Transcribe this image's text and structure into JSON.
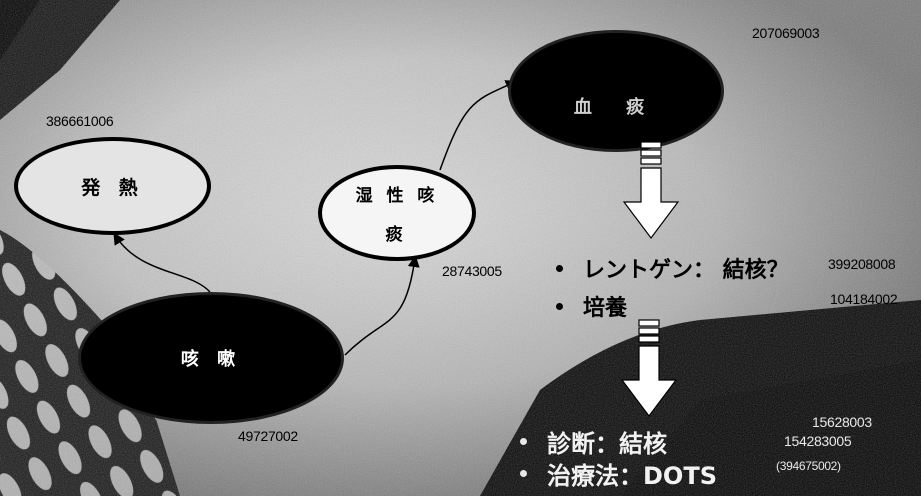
{
  "nodes": {
    "fever": {
      "label": "発 熱",
      "code": "386661006"
    },
    "cough": {
      "label": "咳 嗽",
      "code": "49727002"
    },
    "wet_cough": {
      "label_line1": "湿 性 咳",
      "label_line2": "痰",
      "code": "28743005"
    },
    "bloody_sputum": {
      "label": "血 痰",
      "code": "207069003"
    }
  },
  "exams": [
    {
      "label": "レントゲン： 結核？",
      "code": "399208008"
    },
    {
      "label": "培養",
      "code": "104184002"
    }
  ],
  "results": [
    {
      "label": "診断：結核",
      "code_line1": "15628003",
      "code_line2": "154283005"
    },
    {
      "label": "治療法：DOTS",
      "code": "(394675002)"
    }
  ],
  "colors": {
    "ink": "#000000",
    "ellipse_light": "#e4e4e4",
    "ellipse_white": "#f5f5f5"
  }
}
